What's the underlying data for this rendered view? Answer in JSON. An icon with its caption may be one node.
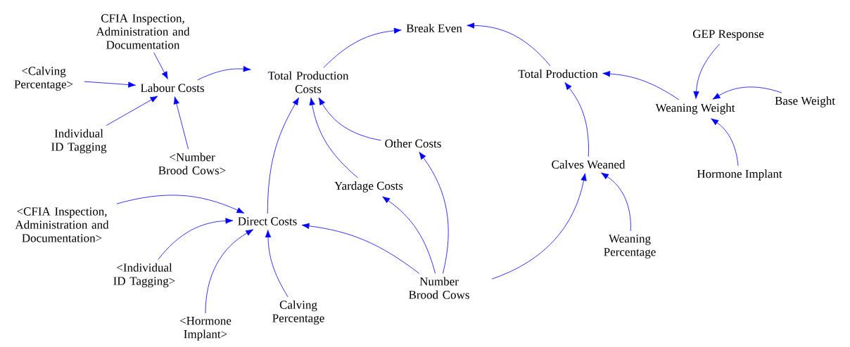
{
  "diagram": {
    "nodes": [
      {
        "text": [
          "CFIA Inspection, Administration and Documentation"
        ]
      },
      {
        "text": [
          "<Calving Percentage>"
        ]
      },
      {
        "text": [
          "Labour Costs"
        ]
      },
      {
        "text": [
          "Individual ID Tagging"
        ]
      },
      {
        "text": [
          "<Number Brood Cows>"
        ]
      },
      {
        "text": [
          "Total Production Costs"
        ]
      },
      {
        "text": [
          "Break Even"
        ]
      },
      {
        "text": [
          "Total Production"
        ]
      },
      {
        "text": [
          "GEP Response"
        ]
      },
      {
        "text": [
          "Weaning Weight"
        ]
      },
      {
        "text": [
          "Base Weight"
        ]
      },
      {
        "text": [
          "Hormone Implant"
        ]
      },
      {
        "text": [
          "Calves Weaned"
        ]
      },
      {
        "text": [
          "Other Costs"
        ]
      },
      {
        "text": [
          "Yardage Costs"
        ]
      },
      {
        "text": [
          "<CFIA Inspection, Administration and Documentation>"
        ]
      },
      {
        "text": [
          "Direct Costs"
        ]
      },
      {
        "text": [
          "<Individual ID Tagging>"
        ]
      },
      {
        "text": [
          "<Hormone Implant>"
        ]
      },
      {
        "text": [
          "Calving Percentage"
        ]
      },
      {
        "text": [
          "Number Brood Cows"
        ]
      },
      {
        "text": [
          "Weaning Percentage"
        ]
      }
    ],
    "edges": [
      {
        "from": 0,
        "to": 2,
        "arrow": "to"
      },
      {
        "from": 1,
        "to": 2,
        "arrow": "to"
      },
      {
        "from": 3,
        "to": 2,
        "arrow": "to"
      },
      {
        "from": 4,
        "to": 2,
        "arrow": "to"
      },
      {
        "from": 2,
        "to": 5,
        "arrow": "to"
      },
      {
        "from": 5,
        "to": 6,
        "arrow": "to"
      },
      {
        "from": 7,
        "to": 6,
        "arrow": "to"
      },
      {
        "from": 8,
        "to": 9,
        "arrow": "to"
      },
      {
        "from": 10,
        "to": 9,
        "arrow": "to"
      },
      {
        "from": 11,
        "to": 9,
        "arrow": "to"
      },
      {
        "from": 9,
        "to": 7,
        "arrow": "to"
      },
      {
        "from": 12,
        "to": 7,
        "arrow": "to"
      },
      {
        "from": 21,
        "to": 12,
        "arrow": "to"
      },
      {
        "from": 20,
        "to": 12,
        "arrow": "to"
      },
      {
        "from": 20,
        "to": 13,
        "arrow": "to"
      },
      {
        "from": 20,
        "to": 14,
        "arrow": "to"
      },
      {
        "from": 20,
        "to": 16,
        "arrow": "to"
      },
      {
        "from": 13,
        "to": 5,
        "arrow": "to"
      },
      {
        "from": 14,
        "to": 5,
        "arrow": "to"
      },
      {
        "from": 16,
        "to": 5,
        "arrow": "to"
      },
      {
        "from": 15,
        "to": 16,
        "arrow": "to"
      },
      {
        "from": 17,
        "to": 16,
        "arrow": "to"
      },
      {
        "from": 18,
        "to": 16,
        "arrow": "to"
      },
      {
        "from": 19,
        "to": 16,
        "arrow": "to"
      }
    ]
  }
}
